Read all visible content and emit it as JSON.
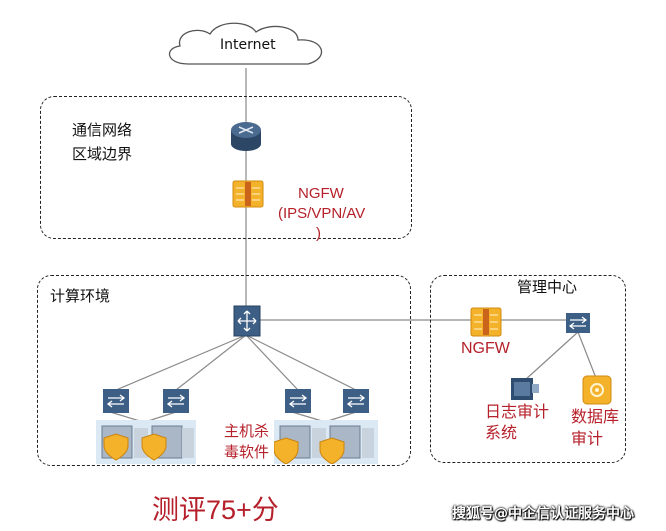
{
  "cloud": {
    "label": "Internet"
  },
  "zones": {
    "boundary": {
      "label_line1": "通信网络",
      "label_line2": "区域边界",
      "firewall": {
        "label": "NGFW",
        "sub_line1": "(IPS/VPN/AV",
        "sub_line2": ")"
      }
    },
    "compute": {
      "label": "计算环境",
      "antivirus_line1": "主机杀",
      "antivirus_line2": "毒软件"
    },
    "management": {
      "label": "管理中心",
      "firewall_label": "NGFW",
      "log_audit_line1": "日志审计",
      "log_audit_line2": "系统",
      "db_audit_line1": "数据库",
      "db_audit_line2": "审计"
    }
  },
  "score": "测评75+分",
  "watermark": "搜狐号@中企信认证服务中心",
  "colors": {
    "accent_red": "#b5202a",
    "device_blue": "#3d5f86",
    "firewall_orange": "#f4b12a",
    "zone_border": "#222222"
  }
}
